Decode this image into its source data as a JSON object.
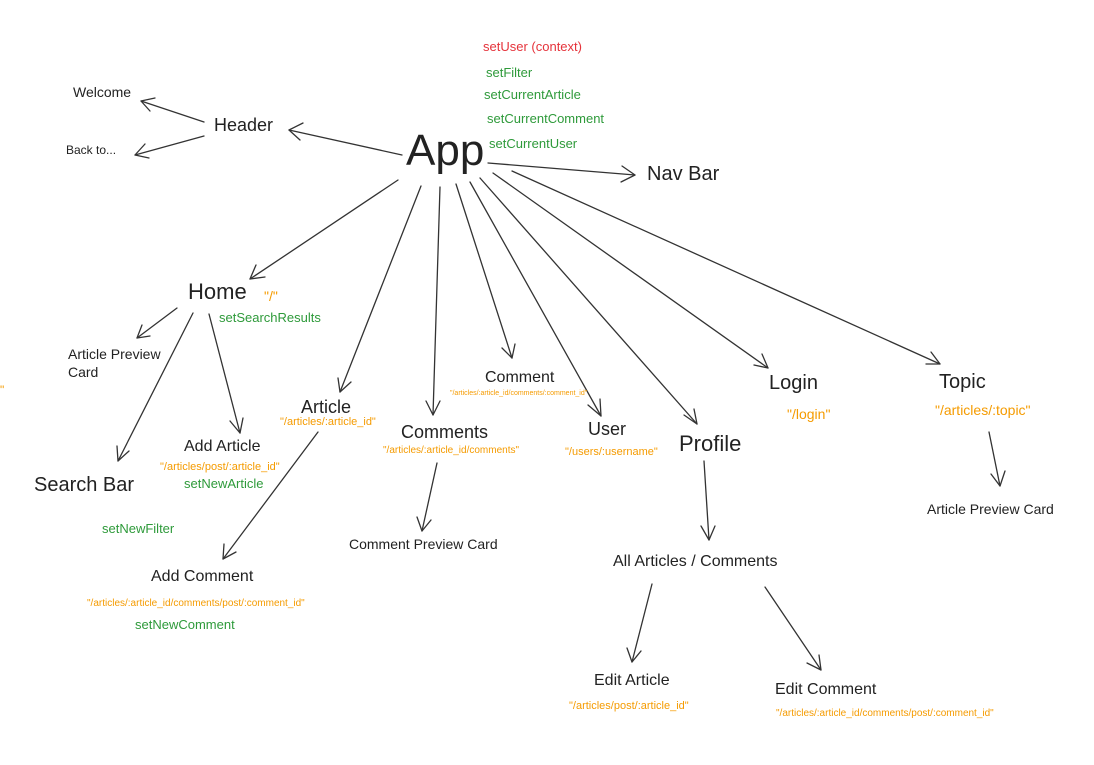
{
  "colors": {
    "component": "#222222",
    "route": "#f59b00",
    "setter": "#2e9a3a",
    "context": "#e5333b",
    "arrow": "#333333"
  },
  "nodes": {
    "app": "App",
    "header": "Header",
    "welcome": "Welcome",
    "back_to": "Back to...",
    "nav_bar": "Nav Bar",
    "home": "Home",
    "article_preview_card_line1": "Article Preview",
    "article_preview_card_line2": "Card",
    "search_bar": "Search Bar",
    "add_article": "Add Article",
    "article": "Article",
    "add_comment": "Add Comment",
    "comments": "Comments",
    "comment_preview_card": "Comment Preview Card",
    "comment": "Comment",
    "user": "User",
    "profile": "Profile",
    "all_articles_comments": "All Articles / Comments",
    "edit_article": "Edit Article",
    "edit_comment": "Edit Comment",
    "login": "Login",
    "topic": "Topic",
    "topic_article_preview_card": "Article Preview Card"
  },
  "app_state": {
    "set_user": "setUser (context)",
    "set_filter": "setFilter",
    "set_current_article": "setCurrentArticle",
    "set_current_comment": "setCurrentComment",
    "set_current_user": "setCurrentUser"
  },
  "routes": {
    "home": "\"/\"",
    "add_article": "\"/articles/post/:article_id\"",
    "article": "\"/articles/:article_id\"",
    "comments": "\"/articles/:article_id/comments\"",
    "comment": "\"/articles/:article_id/comments/:comment_id\"",
    "user": "\"/users/:username\"",
    "login": "\"/login\"",
    "topic": "\"/articles/:topic\"",
    "add_comment": "\"/articles/:article_id/comments/post/:comment_id\"",
    "edit_article": "\"/articles/post/:article_id\"",
    "edit_comment": "\"/articles/:article_id/comments/post/:comment_id\"",
    "edge_fragment": "\""
  },
  "setters": {
    "home": "setSearchResults",
    "add_article": "setNewArticle",
    "search_bar": "setNewFilter",
    "add_comment": "setNewComment"
  }
}
